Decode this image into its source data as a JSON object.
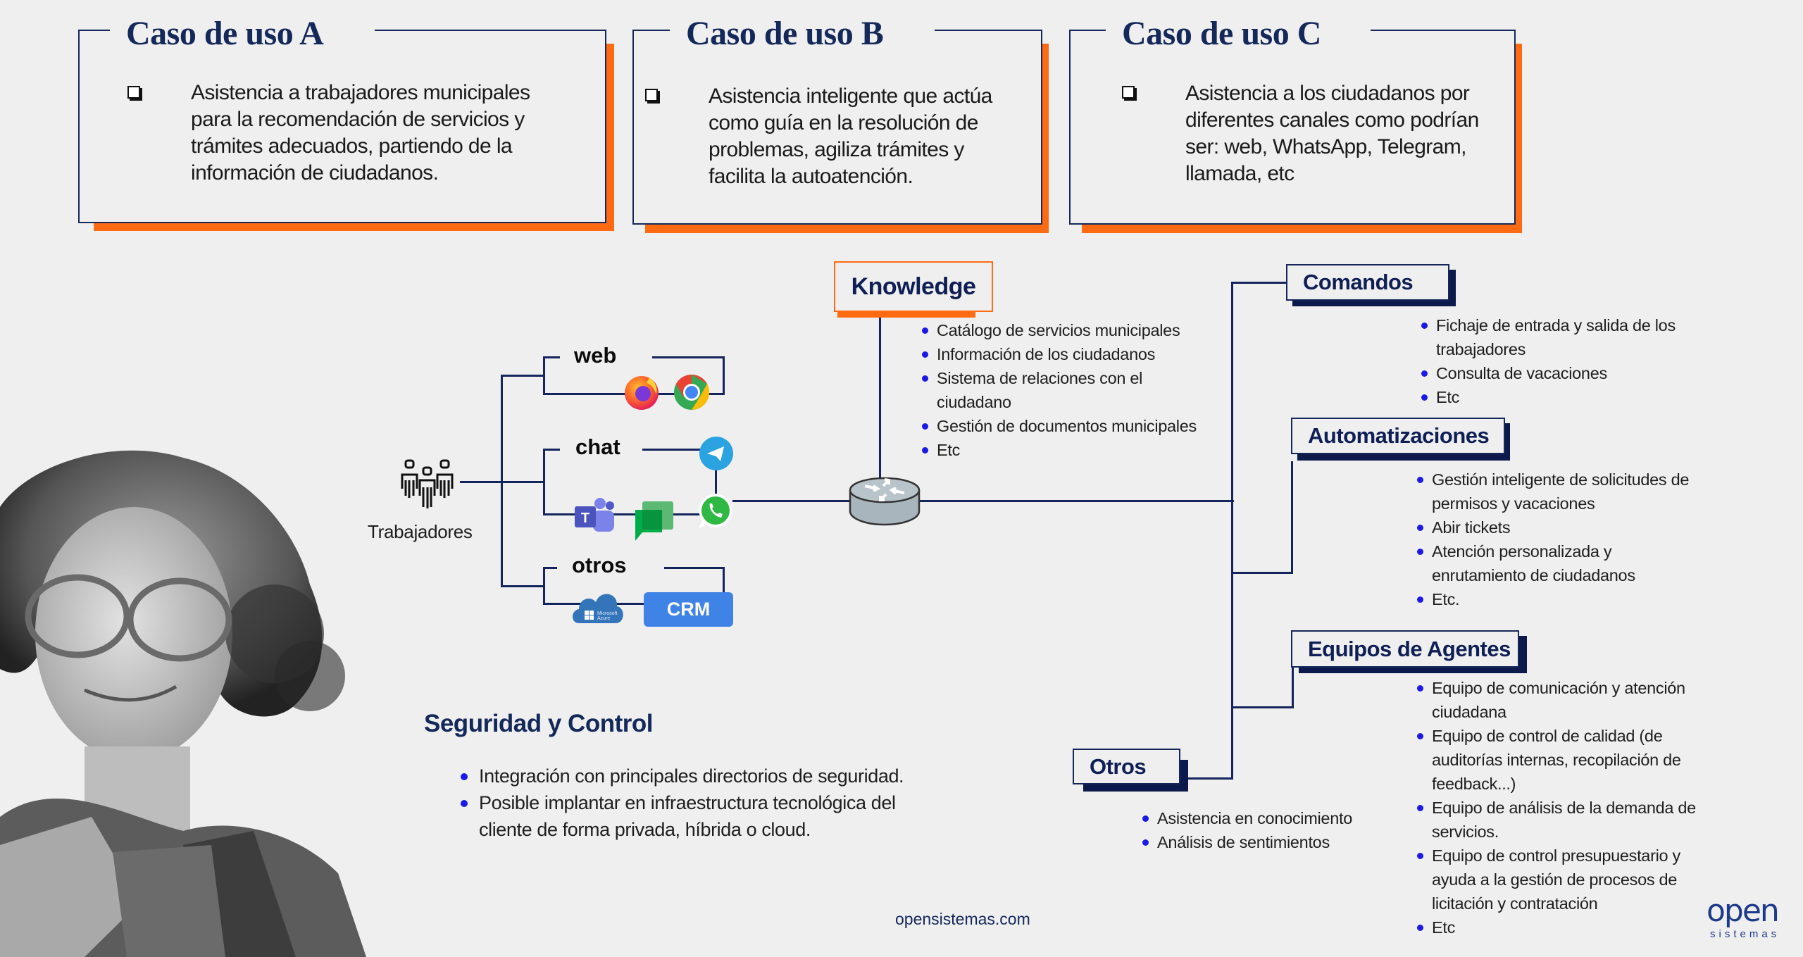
{
  "use_cases": [
    {
      "title": "Caso de uso A",
      "lines": [
        "Asistencia a trabajadores municipales",
        "para la recomendación de servicios y",
        "trámites adecuados, partiendo de la",
        "información de ciudadanos."
      ]
    },
    {
      "title": "Caso de uso B",
      "lines": [
        "Asistencia inteligente que actúa",
        "como guía en la resolución de",
        "problemas, agiliza trámites y",
        "facilita la autoatención."
      ]
    },
    {
      "title": "Caso de uso C",
      "lines": [
        "Asistencia a los ciudadanos por",
        "diferentes canales como podrían",
        "ser: web, WhatsApp, Telegram,",
        "llamada, etc"
      ]
    }
  ],
  "actor": {
    "label": "Trabajadores",
    "icon": "people-group-icon"
  },
  "channels": {
    "web": {
      "label": "web",
      "icons": [
        "firefox-icon",
        "chrome-icon"
      ]
    },
    "chat": {
      "label": "chat",
      "icons": [
        "telegram-icon",
        "teams-icon",
        "google-chat-icon",
        "whatsapp-icon"
      ]
    },
    "otros": {
      "label": "otros",
      "icons": [
        "azure-icon",
        "crm-icon"
      ],
      "azure_text": "Microsoft Azure",
      "crm_label": "CRM"
    }
  },
  "router": {
    "icon": "router-icon"
  },
  "knowledge": {
    "title": "Knowledge",
    "items": [
      [
        "Catálogo de servicios municipales"
      ],
      [
        "Información de los ciudadanos"
      ],
      [
        "Sistema de relaciones con el",
        "ciudadano"
      ],
      [
        "Gestión de documentos municipales"
      ],
      [
        "Etc"
      ]
    ]
  },
  "comandos": {
    "title": "Comandos",
    "items": [
      [
        "Fichaje de entrada y salida de los",
        "trabajadores"
      ],
      [
        "Consulta de vacaciones"
      ],
      [
        "Etc"
      ]
    ]
  },
  "automatizaciones": {
    "title": "Automatizaciones",
    "items": [
      [
        "Gestión inteligente de solicitudes de",
        "permisos y vacaciones"
      ],
      [
        "Abir tickets"
      ],
      [
        "Atención personalizada y",
        "enrutamiento de ciudadanos"
      ],
      [
        "Etc."
      ]
    ]
  },
  "equipos": {
    "title": "Equipos de Agentes",
    "items": [
      [
        "Equipo de comunicación y atención",
        "ciudadana"
      ],
      [
        "Equipo de control de calidad (de",
        "auditorías internas, recopilación de",
        "feedback...)"
      ],
      [
        "Equipo de análisis de la demanda de",
        "servicios."
      ],
      [
        "Equipo de control presupuestario y",
        "ayuda a la gestión de procesos de",
        "licitación y contratación"
      ],
      [
        "Etc"
      ]
    ]
  },
  "otros": {
    "title": "Otros",
    "items": [
      [
        "Asistencia en conocimiento"
      ],
      [
        "Análisis de sentimientos"
      ]
    ]
  },
  "seguridad": {
    "title": "Seguridad y Control",
    "items": [
      [
        "Integración con principales directorios de seguridad."
      ],
      [
        "Posible implantar en infraestructura tecnológica del",
        "cliente de forma privada, híbrida o cloud."
      ]
    ]
  },
  "footer": {
    "url": "opensistemas.com"
  },
  "logo": {
    "word": "open",
    "sub": "sistemas"
  },
  "colors": {
    "navy": "#14245c",
    "orange": "#ff6a13",
    "bullet": "#1a1ae6",
    "background": "#efefef"
  }
}
